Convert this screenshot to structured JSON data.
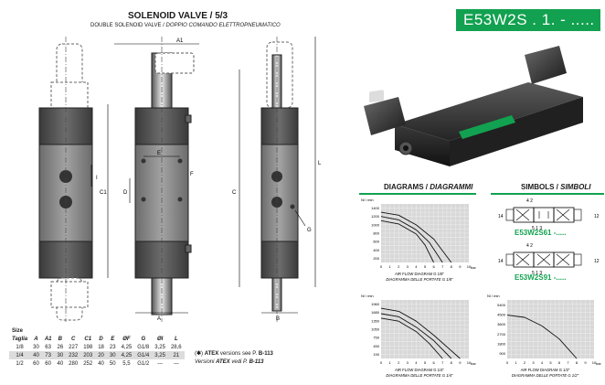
{
  "header": {
    "title": "SOLENOID VALVE /  5/3",
    "subtitle_en": "DOUBLE SOLENOID VALVE / ",
    "subtitle_it": "DOPPIO COMANDO ELETTROPNEUMATICO",
    "code": "E53W2S . 1. - ....."
  },
  "colors": {
    "accent": "#12a150",
    "grid_bg": "#d8d8d8"
  },
  "drawings": {
    "dims": {
      "A1": "A1",
      "A": "A",
      "B": "B",
      "C": "C",
      "C1": "C1",
      "D": "D",
      "E": "E",
      "F": "F",
      "G": "G",
      "I": "I",
      "L": "L"
    }
  },
  "sections": {
    "diagrams_title": "DIAGRAMS / ",
    "diagrams_title_it": "DIAGRAMMI",
    "symbols_title": "SIMBOLS / ",
    "symbols_title_it": "SIMBOLI"
  },
  "symbols": [
    {
      "label": "E53W2S61 -.....",
      "ports_top": "4  2",
      "ports_bottom": "5 1 3",
      "left": "14",
      "right": "12"
    },
    {
      "label": "E53W2S91 -.....",
      "ports_top": "4  2",
      "ports_bottom": "5 1 3",
      "left": "14",
      "right": "12"
    }
  ],
  "atex": {
    "prefix": "(",
    "star": "✱",
    "line1_a": ") ",
    "line1_b": "ATEX",
    "line1_c": " versions see P. ",
    "line1_d": "B-113",
    "line2_a": "Versioni ",
    "line2_b": "ATEX",
    "line2_c": " vedi  P. ",
    "line2_d": "B-113"
  },
  "size_table": {
    "size_label": "Size",
    "headers": [
      "Taglia",
      "A",
      "A1",
      "B",
      "C",
      "C1",
      "D",
      "E",
      "ØF",
      "G",
      "ØI",
      "L"
    ],
    "rows": [
      [
        "1/8",
        "30",
        "63",
        "26",
        "227",
        "198",
        "18",
        "23",
        "4,25",
        "G1/8",
        "3,25",
        "28,6"
      ],
      [
        "1/4",
        "40",
        "73",
        "30",
        "232",
        "203",
        "20",
        "30",
        "4,25",
        "G1/4",
        "3,25",
        "21"
      ],
      [
        "1/2",
        "60",
        "60",
        "40",
        "280",
        "252",
        "40",
        "50",
        "5,5",
        "G1/2",
        "---",
        "---"
      ]
    ]
  },
  "chart_data": [
    {
      "type": "line",
      "ylabel": "Nl / min",
      "xlabel": "bar",
      "y_ticks": [
        "1400",
        "1200",
        "1000",
        "800",
        "600",
        "400",
        "200"
      ],
      "x_ticks": [
        "0",
        "1",
        "2",
        "3",
        "4",
        "5",
        "6",
        "7",
        "8",
        "9",
        "10"
      ],
      "xlim": [
        0,
        10
      ],
      "ylim": [
        0,
        1400
      ],
      "caption": "AIR FLOW DIAGRAM G 1/8\"",
      "caption_it": "DIAGRAMMA DELLE PORTATE G 1/8\"",
      "series": [
        {
          "x": [
            0,
            2,
            4,
            5,
            6
          ],
          "y": [
            1000,
            920,
            680,
            420,
            0
          ]
        },
        {
          "x": [
            0,
            2,
            4,
            5.5,
            7
          ],
          "y": [
            1100,
            1020,
            780,
            480,
            0
          ]
        },
        {
          "x": [
            0,
            2,
            4,
            6,
            8
          ],
          "y": [
            1200,
            1130,
            900,
            560,
            0
          ]
        }
      ]
    },
    {
      "type": "line",
      "ylabel": "Nl / min",
      "xlabel": "bar",
      "y_ticks": [
        "1960",
        "1680",
        "1350",
        "1050",
        "750",
        "450",
        "190"
      ],
      "x_ticks": [
        "0",
        "1",
        "2",
        "3",
        "4",
        "5",
        "6",
        "7",
        "8",
        "9",
        "10"
      ],
      "xlim": [
        0,
        10
      ],
      "ylim": [
        0,
        1960
      ],
      "caption": "AIR FLOW DIAGRAM G 1/4\"",
      "caption_it": "DIAGRAMMA DELLE PORTATE G 1/4\"",
      "series": [
        {
          "x": [
            0,
            2,
            4,
            5.5,
            7
          ],
          "y": [
            1350,
            1250,
            900,
            500,
            0
          ]
        },
        {
          "x": [
            0,
            2,
            4,
            6,
            8
          ],
          "y": [
            1500,
            1400,
            1050,
            600,
            0
          ]
        },
        {
          "x": [
            0,
            2,
            4,
            6,
            9
          ],
          "y": [
            1680,
            1580,
            1250,
            780,
            0
          ]
        }
      ]
    },
    {
      "type": "line",
      "ylabel": "Nl / min",
      "xlabel": "bar",
      "y_ticks": [
        "5400",
        "4500",
        "3600",
        "2700",
        "1800",
        "900"
      ],
      "x_ticks": [
        "0",
        "1",
        "2",
        "3",
        "4",
        "5",
        "6",
        "7",
        "8",
        "9",
        "10"
      ],
      "xlim": [
        0,
        10
      ],
      "ylim": [
        0,
        5400
      ],
      "caption": "AIR FLOW DIAGRAM G 1/2\"",
      "caption_it": "DIAGRAMMA DELLE PORTATE G 1/2\"",
      "series": [
        {
          "x": [
            0,
            2,
            4,
            6,
            8
          ],
          "y": [
            4000,
            3800,
            3000,
            1800,
            0
          ]
        }
      ]
    }
  ]
}
